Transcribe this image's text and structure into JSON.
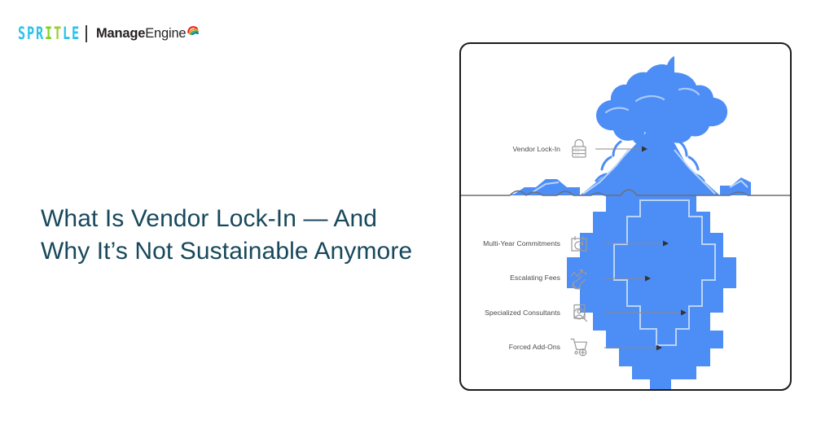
{
  "brand": {
    "spritle": {
      "letters": [
        {
          "ch": "S",
          "color": "#29c2e8"
        },
        {
          "ch": "P",
          "color": "#29c2e8"
        },
        {
          "ch": "R",
          "color": "#29c2e8"
        },
        {
          "ch": "I",
          "color": "#7ed321"
        },
        {
          "ch": "T",
          "color": "#9acd32"
        },
        {
          "ch": "L",
          "color": "#29c2e8"
        },
        {
          "ch": "E",
          "color": "#29c2e8"
        }
      ],
      "name": "SPRITLE"
    },
    "manage_engine": {
      "bold": "Manage",
      "light": "Engine"
    }
  },
  "headline": {
    "line1": "What Is Vendor Lock-In — And",
    "line2": "Why It’s Not Sustainable Anymore"
  },
  "diagram": {
    "above_water": [
      {
        "label": "Vendor Lock-In",
        "icon": "padlock-icon"
      }
    ],
    "below_water": [
      {
        "label": "Multi-Year Commitments",
        "icon": "calendar-refresh-icon"
      },
      {
        "label": "Escalating Fees",
        "icon": "rising-arrow-icon"
      },
      {
        "label": "Specialized Consultants",
        "icon": "person-search-icon"
      },
      {
        "label": "Forced Add-Ons",
        "icon": "cart-plus-icon"
      }
    ],
    "illustration": "volcano-iceberg",
    "colors": {
      "volcano_blue": "#4d8df6",
      "waterline": "#6f6f6f",
      "leader_line": "#8a8a8a",
      "card_border": "#1b1b1b",
      "headline": "#17485c"
    }
  }
}
